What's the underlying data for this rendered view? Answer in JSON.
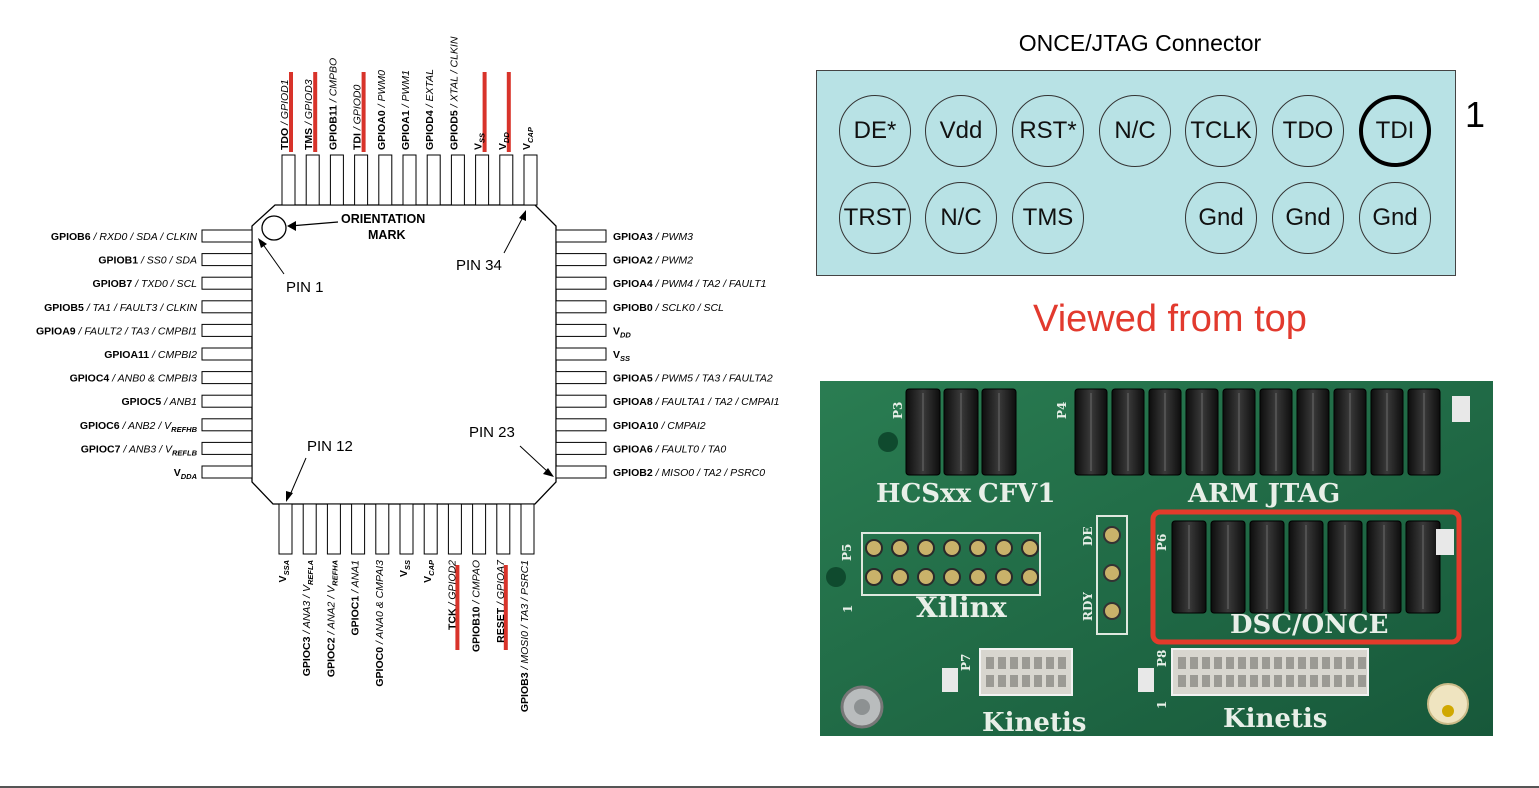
{
  "ic": {
    "top_pins": [
      {
        "main": "TDO",
        "alt": " / GPIOD1",
        "red": true
      },
      {
        "main": "TMS",
        "alt": " / GPIOD3",
        "red": true
      },
      {
        "main": "GPIOB11",
        "alt": " / CMPBO",
        "red": false
      },
      {
        "main": "TDI",
        "alt": " / GPIOD0",
        "red": true
      },
      {
        "main": "GPIOA0",
        "alt": " / PWM0",
        "red": false
      },
      {
        "main": "GPIOA1",
        "alt": " / PWM1",
        "red": false
      },
      {
        "main": "GPIOD4",
        "alt": " / EXTAL",
        "red": false
      },
      {
        "main": "GPIOD5",
        "alt": " / XTAL / CLKIN",
        "red": false
      },
      {
        "main": "V",
        "sub": "SS",
        "red": true
      },
      {
        "main": "V",
        "sub": "DD",
        "red": true
      },
      {
        "main": "V",
        "sub": "CAP",
        "red": false
      }
    ],
    "left_pins": [
      {
        "main": "GPIOB6",
        "alt": " / RXD0 / SDA / CLKIN"
      },
      {
        "main": "GPIOB1",
        "alt": " / SS0 / SDA"
      },
      {
        "main": "GPIOB7",
        "alt": " / TXD0 / SCL"
      },
      {
        "main": "GPIOB5",
        "alt": " / TA1 / FAULT3 / CLKIN"
      },
      {
        "main": "GPIOA9",
        "alt": " / FAULT2 / TA3 / CMPBI1"
      },
      {
        "main": "GPIOA11",
        "alt": " / CMPBI2"
      },
      {
        "main": "GPIOC4",
        "alt": " / ANB0 & CMPBI3"
      },
      {
        "main": "GPIOC5",
        "alt": " / ANB1"
      },
      {
        "main": "GPIOC6",
        "alt": " / ANB2 / V",
        "sub": "REFHB"
      },
      {
        "main": "GPIOC7",
        "alt": " / ANB3 / V",
        "sub": "REFLB"
      },
      {
        "main": "V",
        "sub": "DDA"
      }
    ],
    "right_pins": [
      {
        "main": "GPIOA3",
        "alt": " / PWM3"
      },
      {
        "main": "GPIOA2",
        "alt": " / PWM2"
      },
      {
        "main": "GPIOA4",
        "alt": " / PWM4 / TA2 / FAULT1"
      },
      {
        "main": "GPIOB0",
        "alt": " / SCLK0 / SCL"
      },
      {
        "main": "V",
        "sub": "DD"
      },
      {
        "main": "V",
        "sub": "SS"
      },
      {
        "main": "GPIOA5",
        "alt": " / PWM5 / TA3 / FAULTA2"
      },
      {
        "main": "GPIOA8",
        "alt": " / FAULTA1 / TA2 / CMPAI1"
      },
      {
        "main": "GPIOA10",
        "alt": " / CMPAI2"
      },
      {
        "main": "GPIOA6",
        "alt": " / FAULT0 / TA0"
      },
      {
        "main": "GPIOB2",
        "alt": " / MISO0 / TA2 / PSRC0"
      }
    ],
    "bottom_pins": [
      {
        "main": "V",
        "sub": "SSA",
        "red": false
      },
      {
        "main": "GPIOC3",
        "alt": " / ANA3 / V",
        "sub": "REFLA",
        "red": false
      },
      {
        "main": "GPIOC2",
        "alt": " / ANA2 / V",
        "sub": "REFHA",
        "red": false
      },
      {
        "main": "GPIOC1",
        "alt": " / ANA1",
        "red": false
      },
      {
        "main": "GPIOC0",
        "alt": " / ANA0 & CMPAI3",
        "red": false
      },
      {
        "main": "V",
        "sub": "SS",
        "red": false
      },
      {
        "main": "V",
        "sub": "CAP",
        "red": false
      },
      {
        "main": "TCK",
        "alt": " / GPIOD2",
        "red": true
      },
      {
        "main": "GPIOB10",
        "alt": " / CMPAO",
        "red": false
      },
      {
        "main": "RESET",
        "alt": " / GPIOA7",
        "red": true
      },
      {
        "main": "GPIOB3",
        "alt": " / MOSI0 / TA3 / PSRC1",
        "red": false
      }
    ],
    "orientation_mark_label": [
      "ORIENTATION",
      "MARK"
    ],
    "callouts": {
      "pin1": "PIN 1",
      "pin12": "PIN 12",
      "pin23": "PIN 23",
      "pin34": "PIN 34"
    }
  },
  "jtag": {
    "title": "ONCE/JTAG Connector",
    "pin1_marker": "1",
    "row1": [
      "DE*",
      "Vdd",
      "RST*",
      "N/C",
      "TCLK",
      "TDO",
      "TDI"
    ],
    "row2": [
      "TRST",
      "N/C",
      "TMS",
      "",
      "Gnd",
      "Gnd",
      "Gnd"
    ],
    "viewed_label": "Viewed from top"
  },
  "photo": {
    "silkscreen": {
      "hcs": "HCSxx",
      "cfv": "CFV1",
      "arm": "ARM JTAG",
      "xilinx": "Xilinx",
      "dsc": "DSC/ONCE",
      "kinetis_left": "Kinetis",
      "kinetis_right": "Kinetis",
      "p3": "P3",
      "p4": "P4",
      "p5": "P5",
      "p6": "P6",
      "p7": "P7",
      "p8": "P8",
      "de": "DE",
      "rdy": "RDY",
      "one_left": "1",
      "one_right": "1"
    },
    "colors": {
      "board": "#1f6e45",
      "highlight": "#e33b2b",
      "header": "#1a1a1a"
    }
  },
  "colors": {
    "red_bar": "#d8332a",
    "jtag_bg": "#b8e2e5",
    "viewed": "#e23a2e"
  }
}
